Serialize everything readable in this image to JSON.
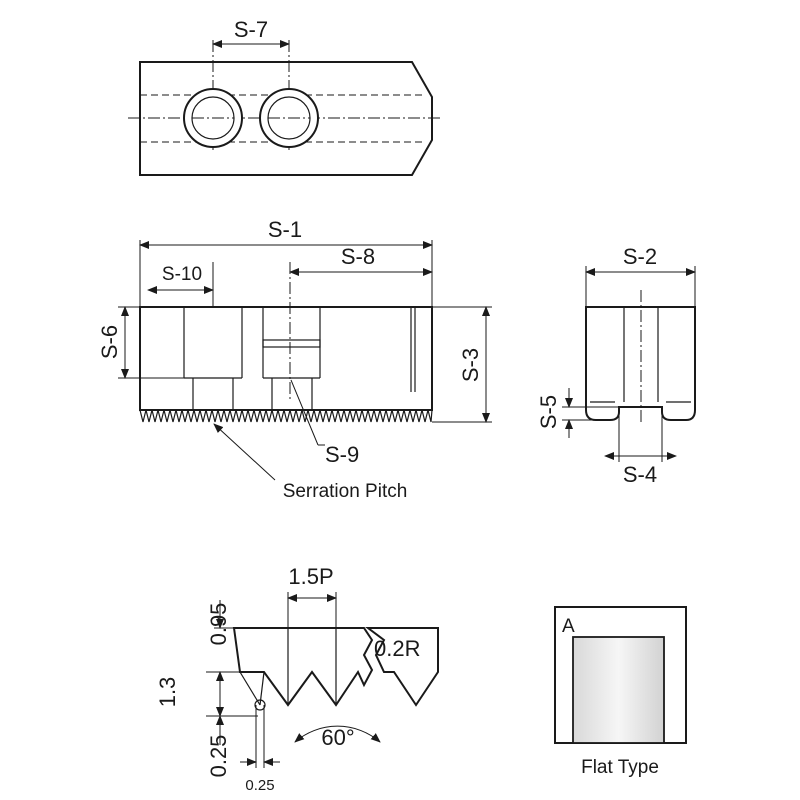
{
  "labels": {
    "s1": "S-1",
    "s2": "S-2",
    "s3": "S-3",
    "s4": "S-4",
    "s5": "S-5",
    "s6": "S-6",
    "s7": "S-7",
    "s8": "S-8",
    "s9": "S-9",
    "s10": "S-10",
    "serration_pitch": "Serration Pitch",
    "pitch_1_5p": "1.5P",
    "radius_0_2r": "0.2R",
    "angle_60": "60°",
    "dim_1_3": "1.3",
    "dim_0_95": "0.95",
    "dim_0_25_v": "0.25",
    "dim_0_25_h": "0.25",
    "flat_a": "A",
    "flat_type": "Flat Type"
  },
  "colors": {
    "line": "#1a1a1a",
    "background": "#ffffff",
    "flat_fill_light": "#f4f4f4",
    "flat_fill_dark": "#d8d8d8"
  }
}
